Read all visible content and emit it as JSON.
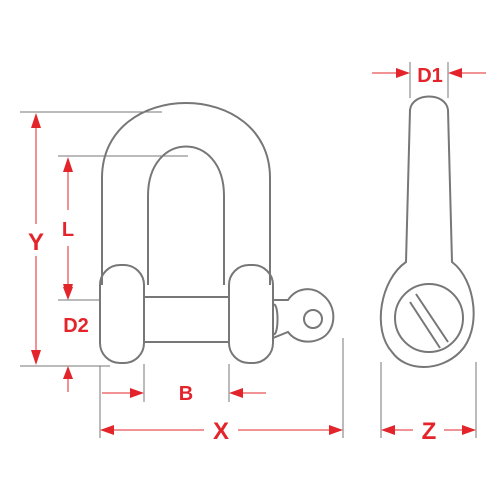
{
  "diagram": {
    "labels": {
      "d1": "D1",
      "y": "Y",
      "l": "L",
      "d2": "D2",
      "b": "B",
      "x": "X",
      "z": "Z"
    },
    "colors": {
      "dimension": "#e3242b",
      "outline": "#777777",
      "background": "#ffffff"
    }
  }
}
